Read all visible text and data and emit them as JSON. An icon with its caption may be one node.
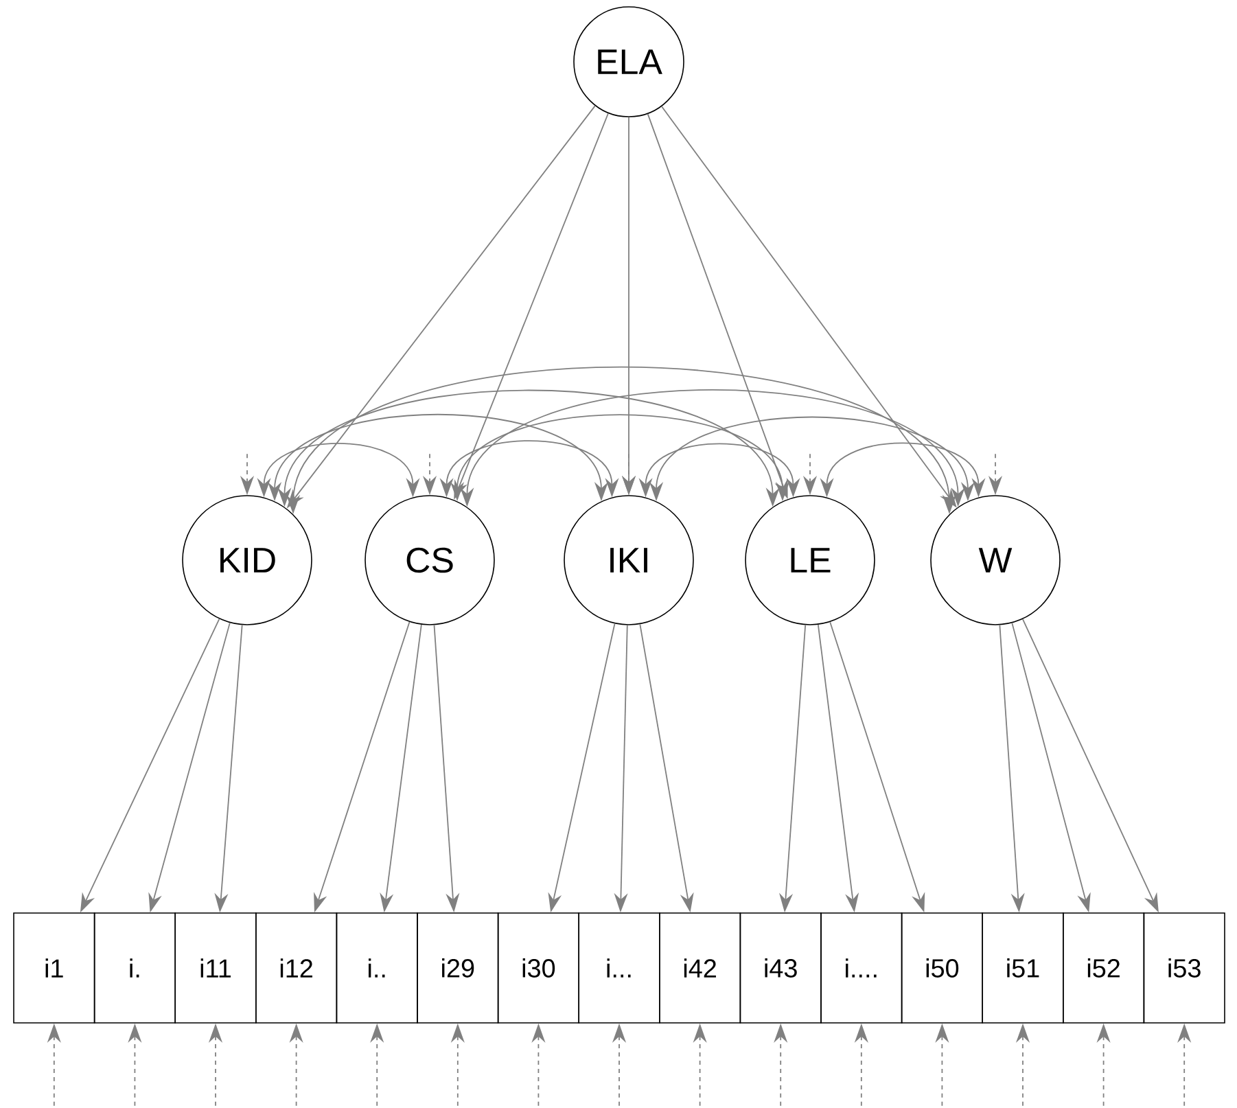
{
  "diagram": {
    "nodes": [
      {
        "text": [
          "ELA"
        ]
      },
      {
        "text": [
          "KID"
        ]
      },
      {
        "text": [
          "CS"
        ]
      },
      {
        "text": [
          "IKI"
        ]
      },
      {
        "text": [
          "LE"
        ]
      },
      {
        "text": [
          "W"
        ]
      },
      {
        "text": [
          "i1"
        ]
      },
      {
        "text": [
          "i."
        ]
      },
      {
        "text": [
          "i11"
        ]
      },
      {
        "text": [
          "i12"
        ]
      },
      {
        "text": [
          "i.."
        ]
      },
      {
        "text": [
          "i29"
        ]
      },
      {
        "text": [
          "i30"
        ]
      },
      {
        "text": [
          "i..."
        ]
      },
      {
        "text": [
          "i42"
        ]
      },
      {
        "text": [
          "i43"
        ]
      },
      {
        "text": [
          "i...."
        ]
      },
      {
        "text": [
          "i50"
        ]
      },
      {
        "text": [
          "i51"
        ]
      },
      {
        "text": [
          "i52"
        ]
      },
      {
        "text": [
          "i53"
        ]
      }
    ],
    "edges": [
      {
        "from": 0,
        "to": 1,
        "arrow": "to"
      },
      {
        "from": 0,
        "to": 2,
        "arrow": "to"
      },
      {
        "from": 0,
        "to": 3,
        "arrow": "to"
      },
      {
        "from": 0,
        "to": 4,
        "arrow": "to"
      },
      {
        "from": 0,
        "to": 5,
        "arrow": "to"
      },
      {
        "from": 1,
        "to": 2,
        "arrow": "both"
      },
      {
        "from": 1,
        "to": 3,
        "arrow": "both"
      },
      {
        "from": 1,
        "to": 4,
        "arrow": "both"
      },
      {
        "from": 1,
        "to": 5,
        "arrow": "both"
      },
      {
        "from": 2,
        "to": 3,
        "arrow": "both"
      },
      {
        "from": 2,
        "to": 4,
        "arrow": "both"
      },
      {
        "from": 2,
        "to": 5,
        "arrow": "both"
      },
      {
        "from": 3,
        "to": 4,
        "arrow": "both"
      },
      {
        "from": 3,
        "to": 5,
        "arrow": "both"
      },
      {
        "from": 4,
        "to": 5,
        "arrow": "both"
      },
      {
        "from": null,
        "to": 1,
        "arrow": "to",
        "style": "dashed"
      },
      {
        "from": null,
        "to": 2,
        "arrow": "to",
        "style": "dashed"
      },
      {
        "from": null,
        "to": 3,
        "arrow": "to",
        "style": "dashed"
      },
      {
        "from": null,
        "to": 4,
        "arrow": "to",
        "style": "dashed"
      },
      {
        "from": null,
        "to": 5,
        "arrow": "to",
        "style": "dashed"
      },
      {
        "from": 1,
        "to": 6,
        "arrow": "to"
      },
      {
        "from": 1,
        "to": 7,
        "arrow": "to"
      },
      {
        "from": 1,
        "to": 8,
        "arrow": "to"
      },
      {
        "from": 2,
        "to": 9,
        "arrow": "to"
      },
      {
        "from": 2,
        "to": 10,
        "arrow": "to"
      },
      {
        "from": 2,
        "to": 11,
        "arrow": "to"
      },
      {
        "from": 3,
        "to": 12,
        "arrow": "to"
      },
      {
        "from": 3,
        "to": 13,
        "arrow": "to"
      },
      {
        "from": 3,
        "to": 14,
        "arrow": "to"
      },
      {
        "from": 4,
        "to": 15,
        "arrow": "to"
      },
      {
        "from": 4,
        "to": 16,
        "arrow": "to"
      },
      {
        "from": 4,
        "to": 17,
        "arrow": "to"
      },
      {
        "from": 5,
        "to": 18,
        "arrow": "to"
      },
      {
        "from": 5,
        "to": 19,
        "arrow": "to"
      },
      {
        "from": 5,
        "to": 20,
        "arrow": "to"
      },
      {
        "from": null,
        "to": 6,
        "arrow": "to",
        "style": "dashed"
      },
      {
        "from": null,
        "to": 7,
        "arrow": "to",
        "style": "dashed"
      },
      {
        "from": null,
        "to": 8,
        "arrow": "to",
        "style": "dashed"
      },
      {
        "from": null,
        "to": 9,
        "arrow": "to",
        "style": "dashed"
      },
      {
        "from": null,
        "to": 10,
        "arrow": "to",
        "style": "dashed"
      },
      {
        "from": null,
        "to": 11,
        "arrow": "to",
        "style": "dashed"
      },
      {
        "from": null,
        "to": 12,
        "arrow": "to",
        "style": "dashed"
      },
      {
        "from": null,
        "to": 13,
        "arrow": "to",
        "style": "dashed"
      },
      {
        "from": null,
        "to": 14,
        "arrow": "to",
        "style": "dashed"
      },
      {
        "from": null,
        "to": 15,
        "arrow": "to",
        "style": "dashed"
      },
      {
        "from": null,
        "to": 16,
        "arrow": "to",
        "style": "dashed"
      },
      {
        "from": null,
        "to": 17,
        "arrow": "to",
        "style": "dashed"
      },
      {
        "from": null,
        "to": 18,
        "arrow": "to",
        "style": "dashed"
      },
      {
        "from": null,
        "to": 19,
        "arrow": "to",
        "style": "dashed"
      },
      {
        "from": null,
        "to": 20,
        "arrow": "to",
        "style": "dashed"
      }
    ]
  }
}
